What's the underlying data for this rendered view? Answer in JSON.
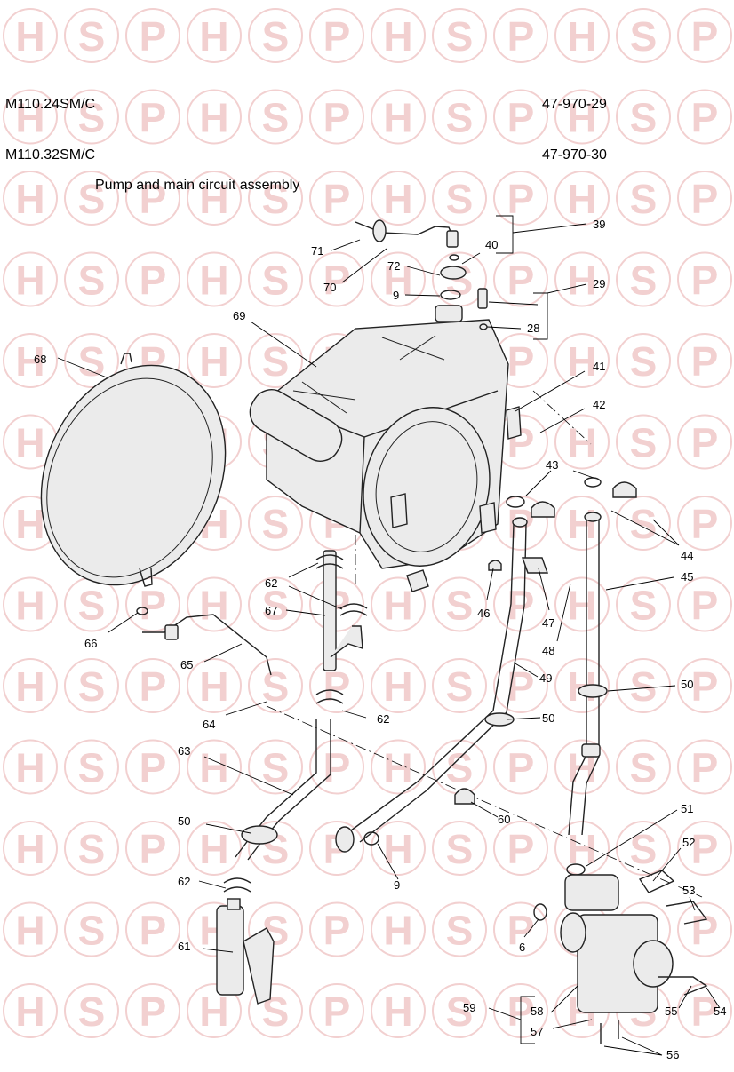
{
  "header": {
    "models": [
      "M110.24SM/C",
      "M110.32SM/C"
    ],
    "part_numbers": [
      "47-970-29",
      "47-970-30"
    ]
  },
  "title": "Pump and main circuit assembly",
  "watermark": {
    "letters": [
      "H",
      "S",
      "P"
    ],
    "color": "#f2d0d0"
  },
  "callouts": [
    {
      "id": "c39",
      "label": "39"
    },
    {
      "id": "c40",
      "label": "40"
    },
    {
      "id": "c71",
      "label": "71"
    },
    {
      "id": "c70",
      "label": "70"
    },
    {
      "id": "c72",
      "label": "72"
    },
    {
      "id": "c9a",
      "label": "9"
    },
    {
      "id": "c29",
      "label": "29"
    },
    {
      "id": "c28",
      "label": "28"
    },
    {
      "id": "c69",
      "label": "69"
    },
    {
      "id": "c68",
      "label": "68"
    },
    {
      "id": "c41",
      "label": "41"
    },
    {
      "id": "c42",
      "label": "42"
    },
    {
      "id": "c43",
      "label": "43"
    },
    {
      "id": "c44",
      "label": "44"
    },
    {
      "id": "c45",
      "label": "45"
    },
    {
      "id": "c62a",
      "label": "62"
    },
    {
      "id": "c67",
      "label": "67"
    },
    {
      "id": "c46",
      "label": "46"
    },
    {
      "id": "c47",
      "label": "47"
    },
    {
      "id": "c48",
      "label": "48"
    },
    {
      "id": "c66",
      "label": "66"
    },
    {
      "id": "c65",
      "label": "65"
    },
    {
      "id": "c49",
      "label": "49"
    },
    {
      "id": "c50a",
      "label": "50"
    },
    {
      "id": "c64",
      "label": "64"
    },
    {
      "id": "c62b",
      "label": "62"
    },
    {
      "id": "c50b",
      "label": "50"
    },
    {
      "id": "c63",
      "label": "63"
    },
    {
      "id": "c60",
      "label": "60"
    },
    {
      "id": "c51",
      "label": "51"
    },
    {
      "id": "c50c",
      "label": "50"
    },
    {
      "id": "c9b",
      "label": "9"
    },
    {
      "id": "c52",
      "label": "52"
    },
    {
      "id": "c62c",
      "label": "62"
    },
    {
      "id": "c53",
      "label": "53"
    },
    {
      "id": "c6",
      "label": "6"
    },
    {
      "id": "c61",
      "label": "61"
    },
    {
      "id": "c55",
      "label": "55"
    },
    {
      "id": "c54",
      "label": "54"
    },
    {
      "id": "c59",
      "label": "59"
    },
    {
      "id": "c58",
      "label": "58"
    },
    {
      "id": "c57",
      "label": "57"
    },
    {
      "id": "c56",
      "label": "56"
    }
  ]
}
